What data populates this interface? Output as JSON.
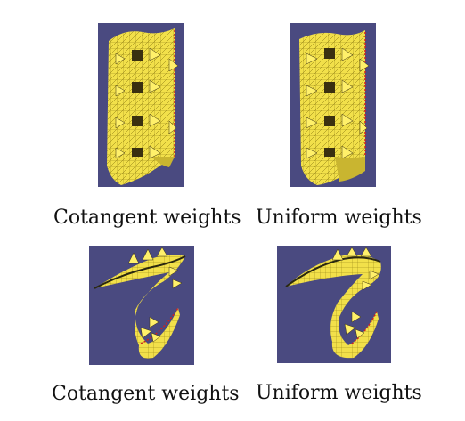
{
  "figure": {
    "panels": [
      {
        "caption": "Cotangent weights"
      },
      {
        "caption": "Uniform weights"
      },
      {
        "caption": "Cotangent weights"
      },
      {
        "caption": "Uniform weights"
      }
    ]
  },
  "colors": {
    "background": "#4a4a80",
    "surface": "#f2e04a",
    "surface_shade": "#c9b530",
    "mesh_line": "#8c7a10",
    "boundary": "#d22020",
    "spike": "#fff06a",
    "spike_dark": "#3a3010"
  }
}
